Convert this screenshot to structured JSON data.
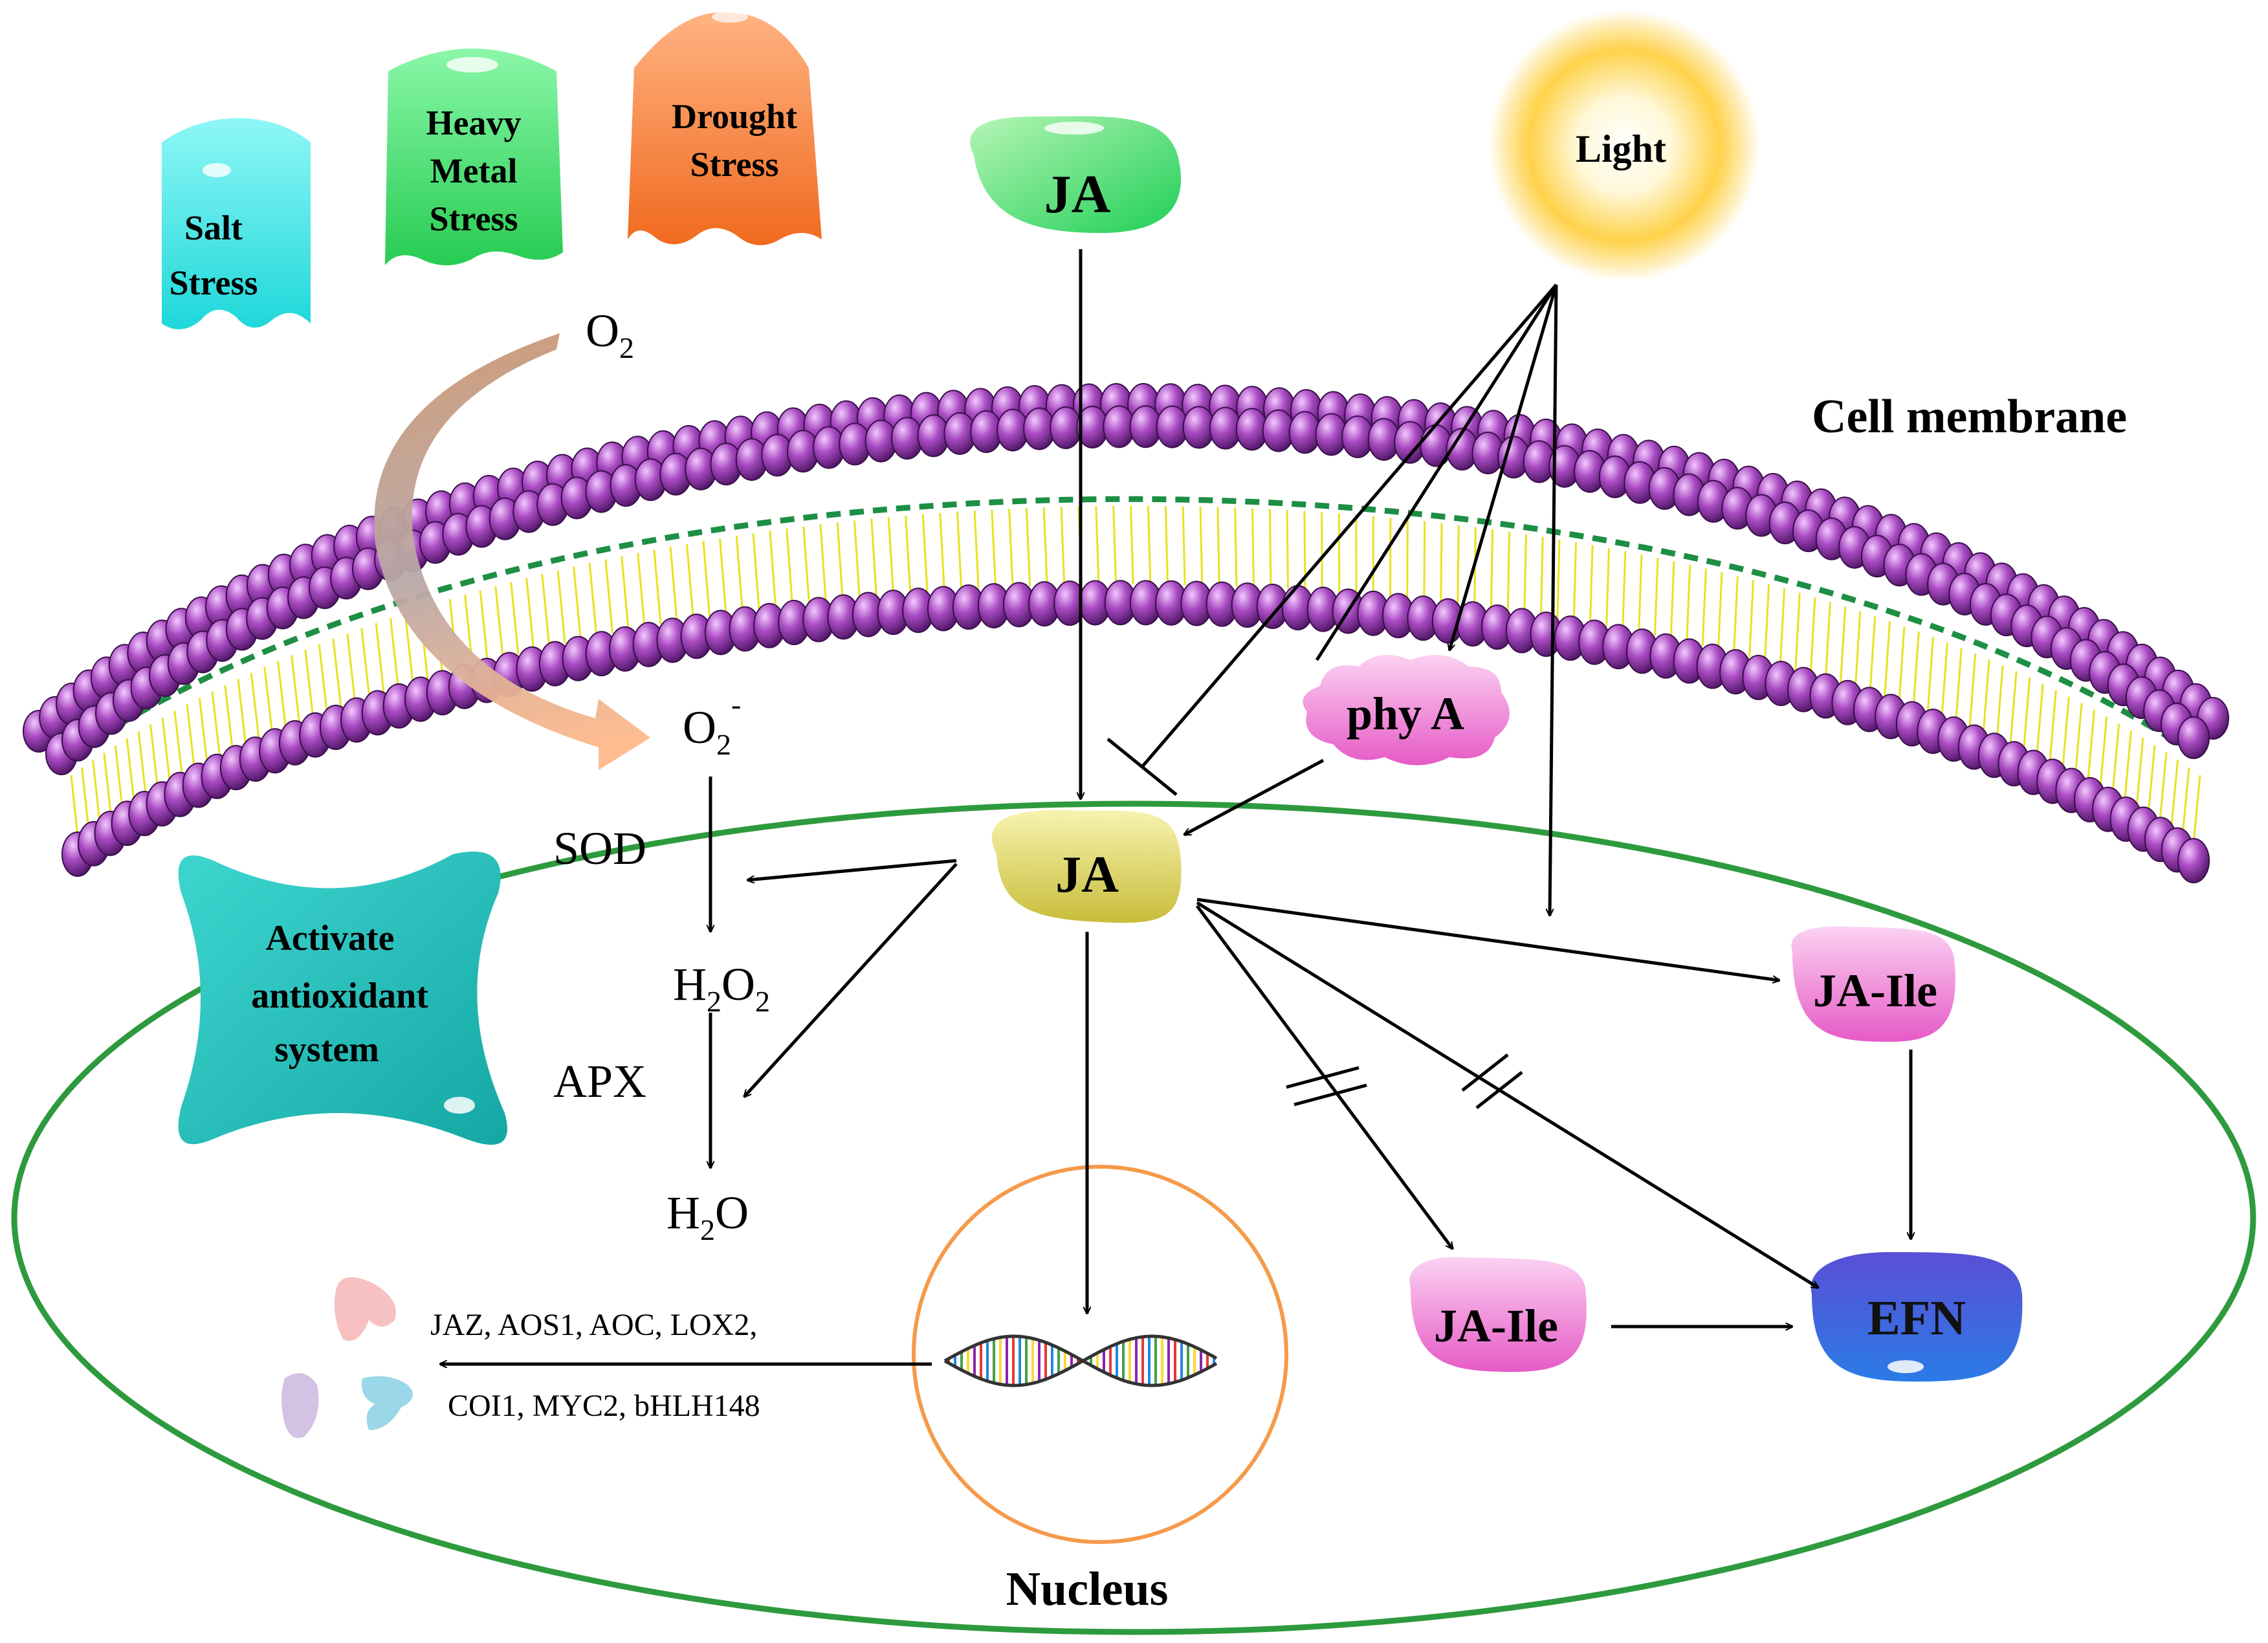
{
  "stressors": {
    "salt": [
      "Salt",
      "Stress"
    ],
    "heavy_metal": [
      "Heavy",
      "Metal",
      "Stress"
    ],
    "drought": [
      "Drought",
      "Stress"
    ]
  },
  "signals": {
    "ja_outside": "JA",
    "light": "Light"
  },
  "membrane": {
    "label": "Cell membrane"
  },
  "ros": {
    "o2": "O",
    "o2_sub": "2",
    "superoxide": "O",
    "superoxide_sub": "2",
    "superoxide_sup": "-",
    "sod": "SOD",
    "h2o2_a": "H",
    "h2o2_sub1": "2",
    "h2o2_b": "O",
    "h2o2_sub2": "2",
    "apx": "APX",
    "h2o_a": "H",
    "h2o_sub": "2",
    "h2o_b": "O"
  },
  "antioxidant": [
    "Activate",
    "antioxidant",
    "system"
  ],
  "nodes": {
    "ja_inside": "JA",
    "phy_a": "phy A",
    "ja_ile_right": "JA-Ile",
    "ja_ile_bottom": "JA-Ile",
    "efn": "EFN"
  },
  "genes": {
    "line1": "JAZ, AOS1, AOC, LOX2,",
    "line2": "COI1, MYC2, bHLH148"
  },
  "nucleus": {
    "label": "Nucleus"
  },
  "colors": {
    "lipid_head": "#9a3fb3",
    "lipid_tail": "#f2ee2a",
    "cell_border": "#2e9a3e",
    "nucleus_border": "#f59a4a",
    "salt": "#2fe0e0",
    "heavy_metal": "#2fd45f",
    "drought": "#f47a2a",
    "ja_outside": "#3fdc66",
    "ja_inside": "#d6cc52",
    "pink": "#ec6fcf",
    "efn": "#2f5fd0",
    "antioxidant": "#27bfbb"
  }
}
